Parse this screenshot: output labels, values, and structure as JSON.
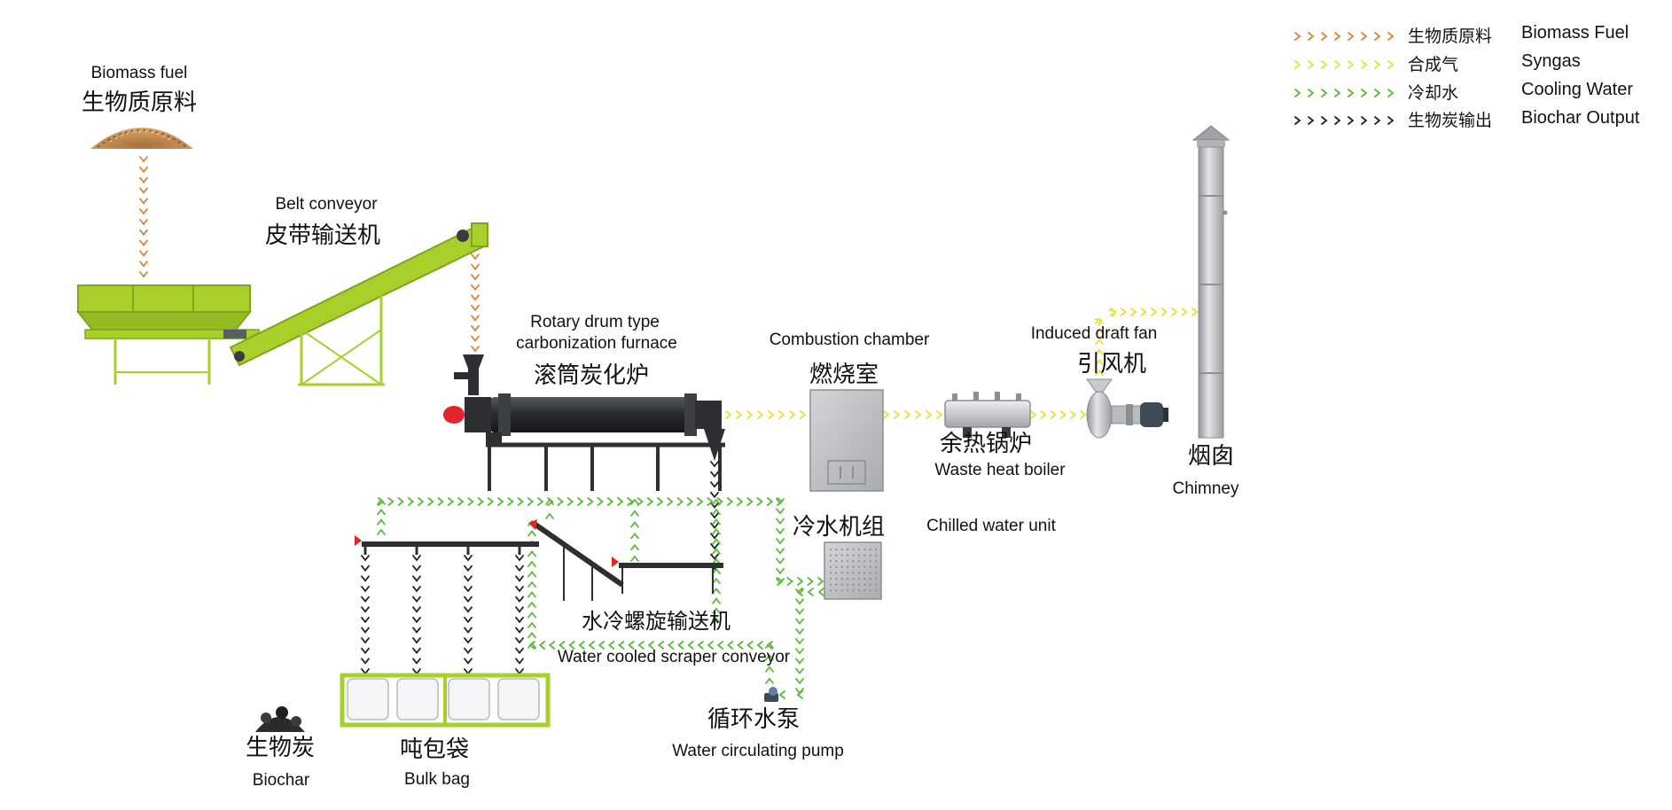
{
  "legend": [
    {
      "cn": "生物质原料",
      "en": "Biomass Fuel",
      "color": "#d9823b"
    },
    {
      "cn": "合成气",
      "en": "Syngas",
      "color": "#e6e23a"
    },
    {
      "cn": "冷却水",
      "en": "Cooling Water",
      "color": "#5cb83a"
    },
    {
      "cn": "生物炭输出",
      "en": "Biochar Output",
      "color": "#222222"
    }
  ],
  "equipment": {
    "biomass_fuel": {
      "en": "Biomass fuel",
      "cn": "生物质原料"
    },
    "belt_conveyor": {
      "en": "Belt conveyor",
      "cn": "皮带输送机"
    },
    "rotary_furnace": {
      "en_line1": "Rotary drum type",
      "en_line2": "carbonization furnace",
      "cn": "滚筒炭化炉"
    },
    "combustion_chamber": {
      "en": "Combustion chamber",
      "cn": "燃烧室"
    },
    "waste_heat_boiler": {
      "en": "Waste heat boiler",
      "cn": "余热锅炉"
    },
    "induced_draft_fan": {
      "en": "Induced draft fan",
      "cn": "引风机"
    },
    "chimney": {
      "en": "Chimney",
      "cn": "烟囱"
    },
    "chilled_water_unit": {
      "en": "Chilled water unit",
      "cn": "冷水机组"
    },
    "scraper_conveyor": {
      "en": "Water cooled scraper conveyor",
      "cn": "水冷螺旋输送机"
    },
    "circulating_pump": {
      "en": "Water circulating pump",
      "cn": "循环水泵"
    },
    "biochar": {
      "en": "Biochar",
      "cn": "生物炭"
    },
    "bulk_bag": {
      "en": "Bulk bag",
      "cn": "吨包袋"
    }
  },
  "colors": {
    "machine_green": "#a8cf2a",
    "machine_green_dark": "#7fa51e",
    "furnace_black": "#2d2f32",
    "valve_red": "#e0252b",
    "steel_gray": "#b9bcbf"
  }
}
